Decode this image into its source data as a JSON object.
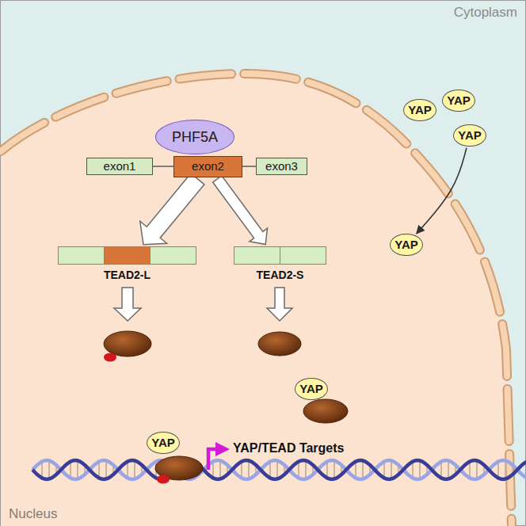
{
  "diagram": {
    "nodes": [
      {
        "text": [
          "Cytoplasm"
        ]
      },
      {
        "text": [
          "Nucleus"
        ],
        "in": 0
      },
      {
        "text": [
          "YAP"
        ],
        "in": 0
      },
      {
        "text": [
          "YAP"
        ],
        "in": 0
      },
      {
        "text": [
          "YAP"
        ],
        "in": 0
      },
      {
        "text": [
          "PHF5A"
        ],
        "in": 1
      },
      {
        "text": [
          "exon1"
        ],
        "in": 1
      },
      {
        "text": [
          "exon2"
        ],
        "in": 1
      },
      {
        "text": [
          "exon3"
        ],
        "in": 1
      },
      {
        "text": [
          "TEAD2-L"
        ],
        "in": 1
      },
      {
        "text": [
          "TEAD2-S"
        ],
        "in": 1
      },
      {
        "text": [
          "YAP"
        ],
        "in": 1
      },
      {
        "text": [
          "YAP"
        ],
        "in": 1
      },
      {
        "text": [
          "YAP"
        ],
        "in": 1
      }
    ],
    "edges": [
      {
        "from": 6,
        "to": 7,
        "arrow": "none"
      },
      {
        "from": 7,
        "to": 8,
        "arrow": "none"
      },
      {
        "from": 7,
        "to": 9,
        "arrow": "to"
      },
      {
        "from": 7,
        "to": 10,
        "arrow": "to"
      },
      {
        "from": 4,
        "to": 11,
        "arrow": "to"
      }
    ],
    "labels": [
      "YAP/TEAD Targets"
    ]
  }
}
